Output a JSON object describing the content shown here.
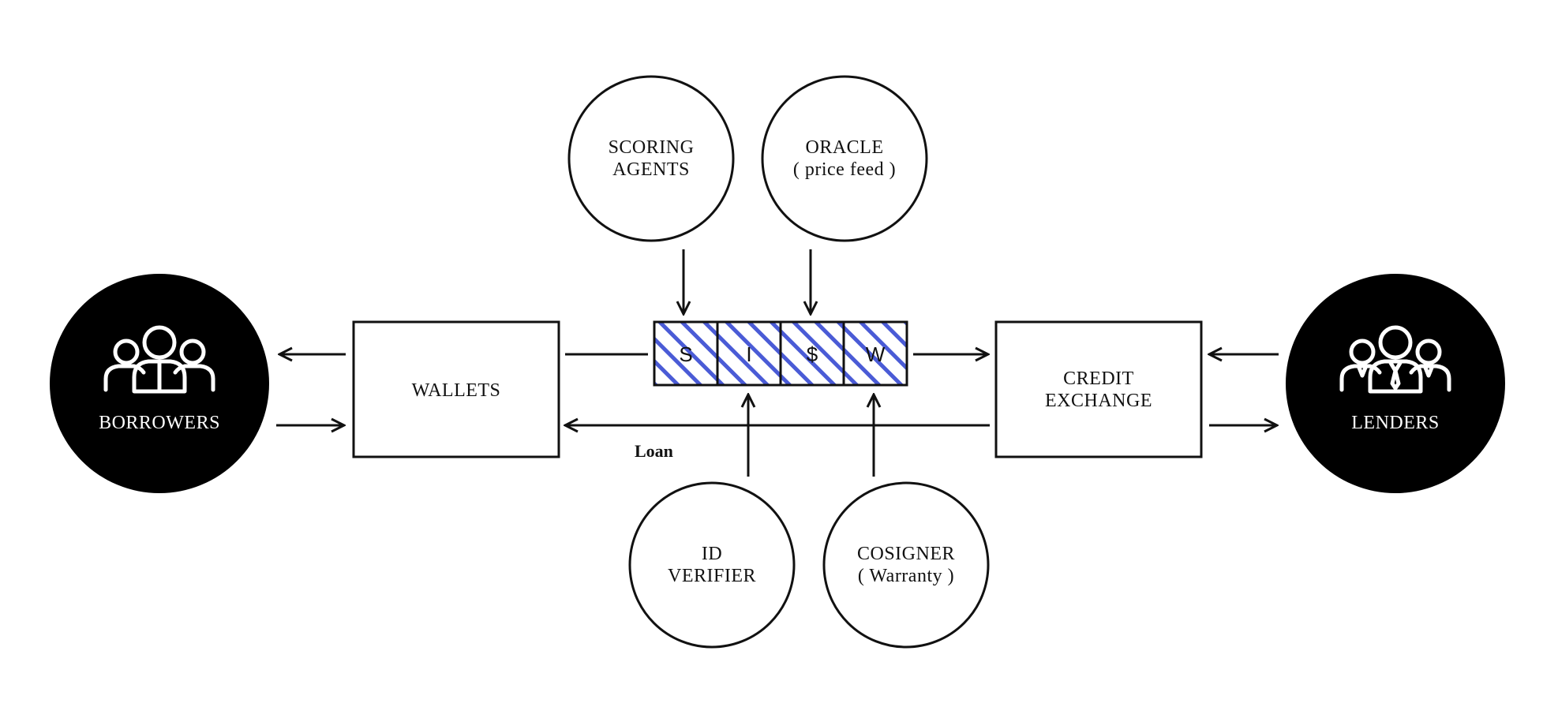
{
  "nodes": {
    "borrowers": {
      "label": "BORROWERS",
      "icon": "people-group-icon"
    },
    "lenders": {
      "label": "LENDERS",
      "icon": "business-people-group-icon"
    },
    "wallets": {
      "label": "WALLETS"
    },
    "credit_exchange": {
      "line1": "CREDIT",
      "line2": "EXCHANGE"
    },
    "scoring_agents": {
      "line1": "SCORING",
      "line2": "AGENTS"
    },
    "oracle": {
      "line1": "ORACLE",
      "line2": "( price feed )"
    },
    "id_verifier": {
      "line1": "ID",
      "line2": "VERIFIER"
    },
    "cosigner": {
      "line1": "COSIGNER",
      "line2": "( Warranty )"
    }
  },
  "token_cells": [
    "S",
    "I",
    "$",
    "W"
  ],
  "edges": {
    "loan_label": "Loan"
  },
  "colors": {
    "ink": "#111111",
    "hatch": "#4a5bd6",
    "hatch_bg": "#ffffff",
    "actor_fill": "#000000"
  }
}
